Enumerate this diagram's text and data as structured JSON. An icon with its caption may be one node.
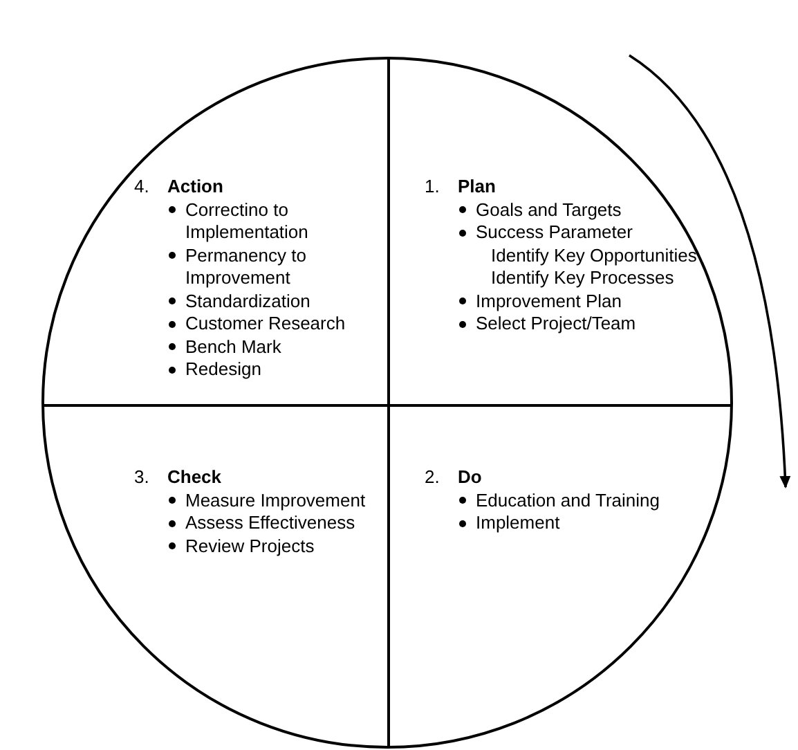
{
  "diagram": {
    "nodes": [
      {
        "text": [],
        "shape": "circle"
      },
      {
        "text": [
          "4.",
          "Action",
          "Correctino to Implementation",
          "Permanency to Improvement",
          "Standardization",
          "Customer Research",
          "Bench Mark",
          "Redesign"
        ],
        "in": 0
      },
      {
        "text": [
          "1.",
          "Plan",
          "Goals and Targets",
          "Success Parameter",
          "Identify Key Opportunities",
          "Identify Key Processes",
          "Improvement Plan",
          "Select Project/Team"
        ],
        "in": 0
      },
      {
        "text": [
          "3.",
          "Check",
          "Measure Improvement",
          "Assess Effectiveness",
          "Review Projects"
        ],
        "in": 0
      },
      {
        "text": [
          "2.",
          "Do",
          "Education and Training",
          "Implement"
        ],
        "in": 0
      }
    ]
  }
}
